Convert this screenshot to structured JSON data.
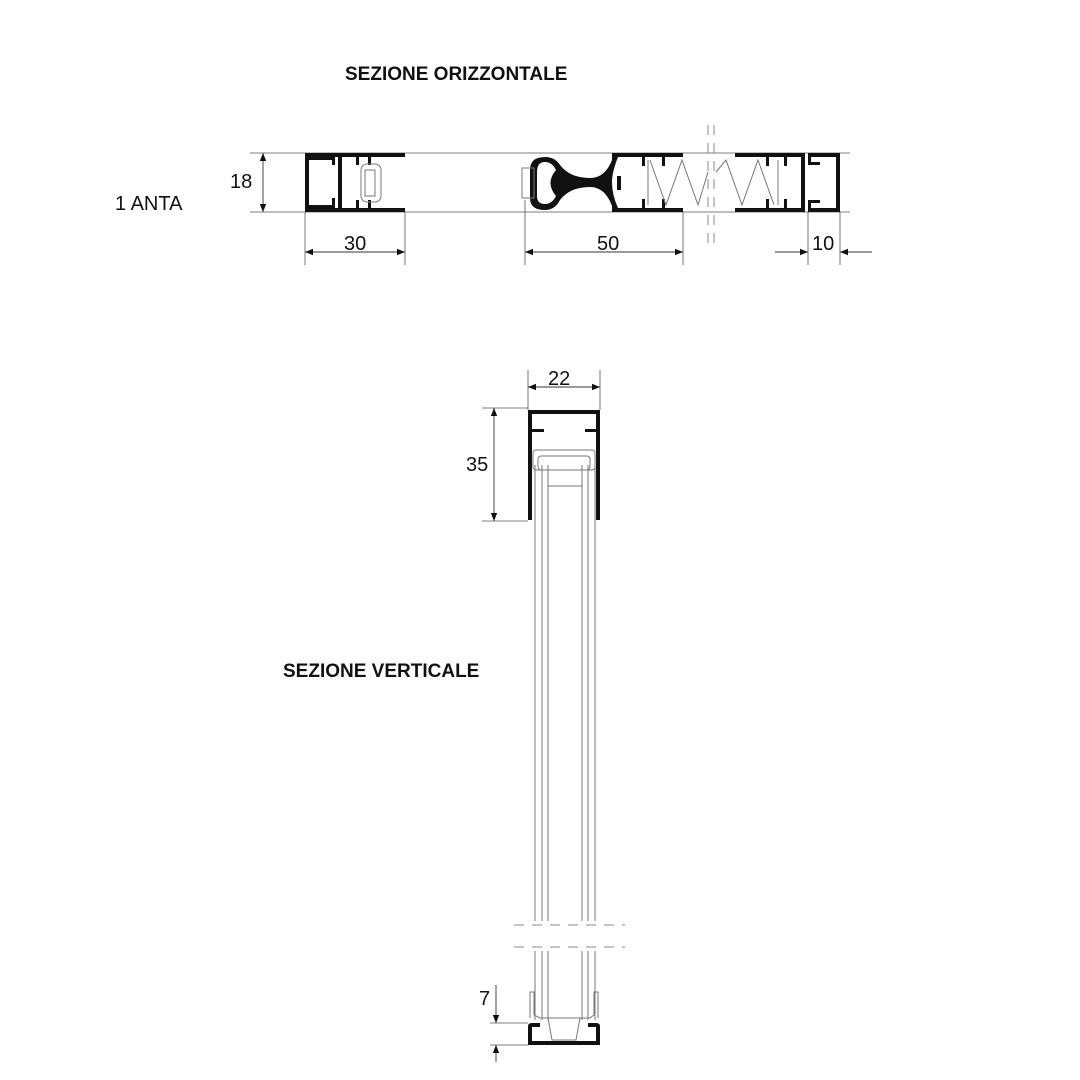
{
  "horizontal_section": {
    "title": "SEZIONE ORIZZONTALE",
    "variant_label": "1 ANTA",
    "dimensions": {
      "height": "18",
      "left_frame": "30",
      "leaf_profile": "50",
      "right_cap": "10"
    }
  },
  "vertical_section": {
    "title": "SEZIONE VERTICALE",
    "dimensions": {
      "width": "22",
      "top_profile_height": "35",
      "bottom_profile_height": "7"
    }
  }
}
